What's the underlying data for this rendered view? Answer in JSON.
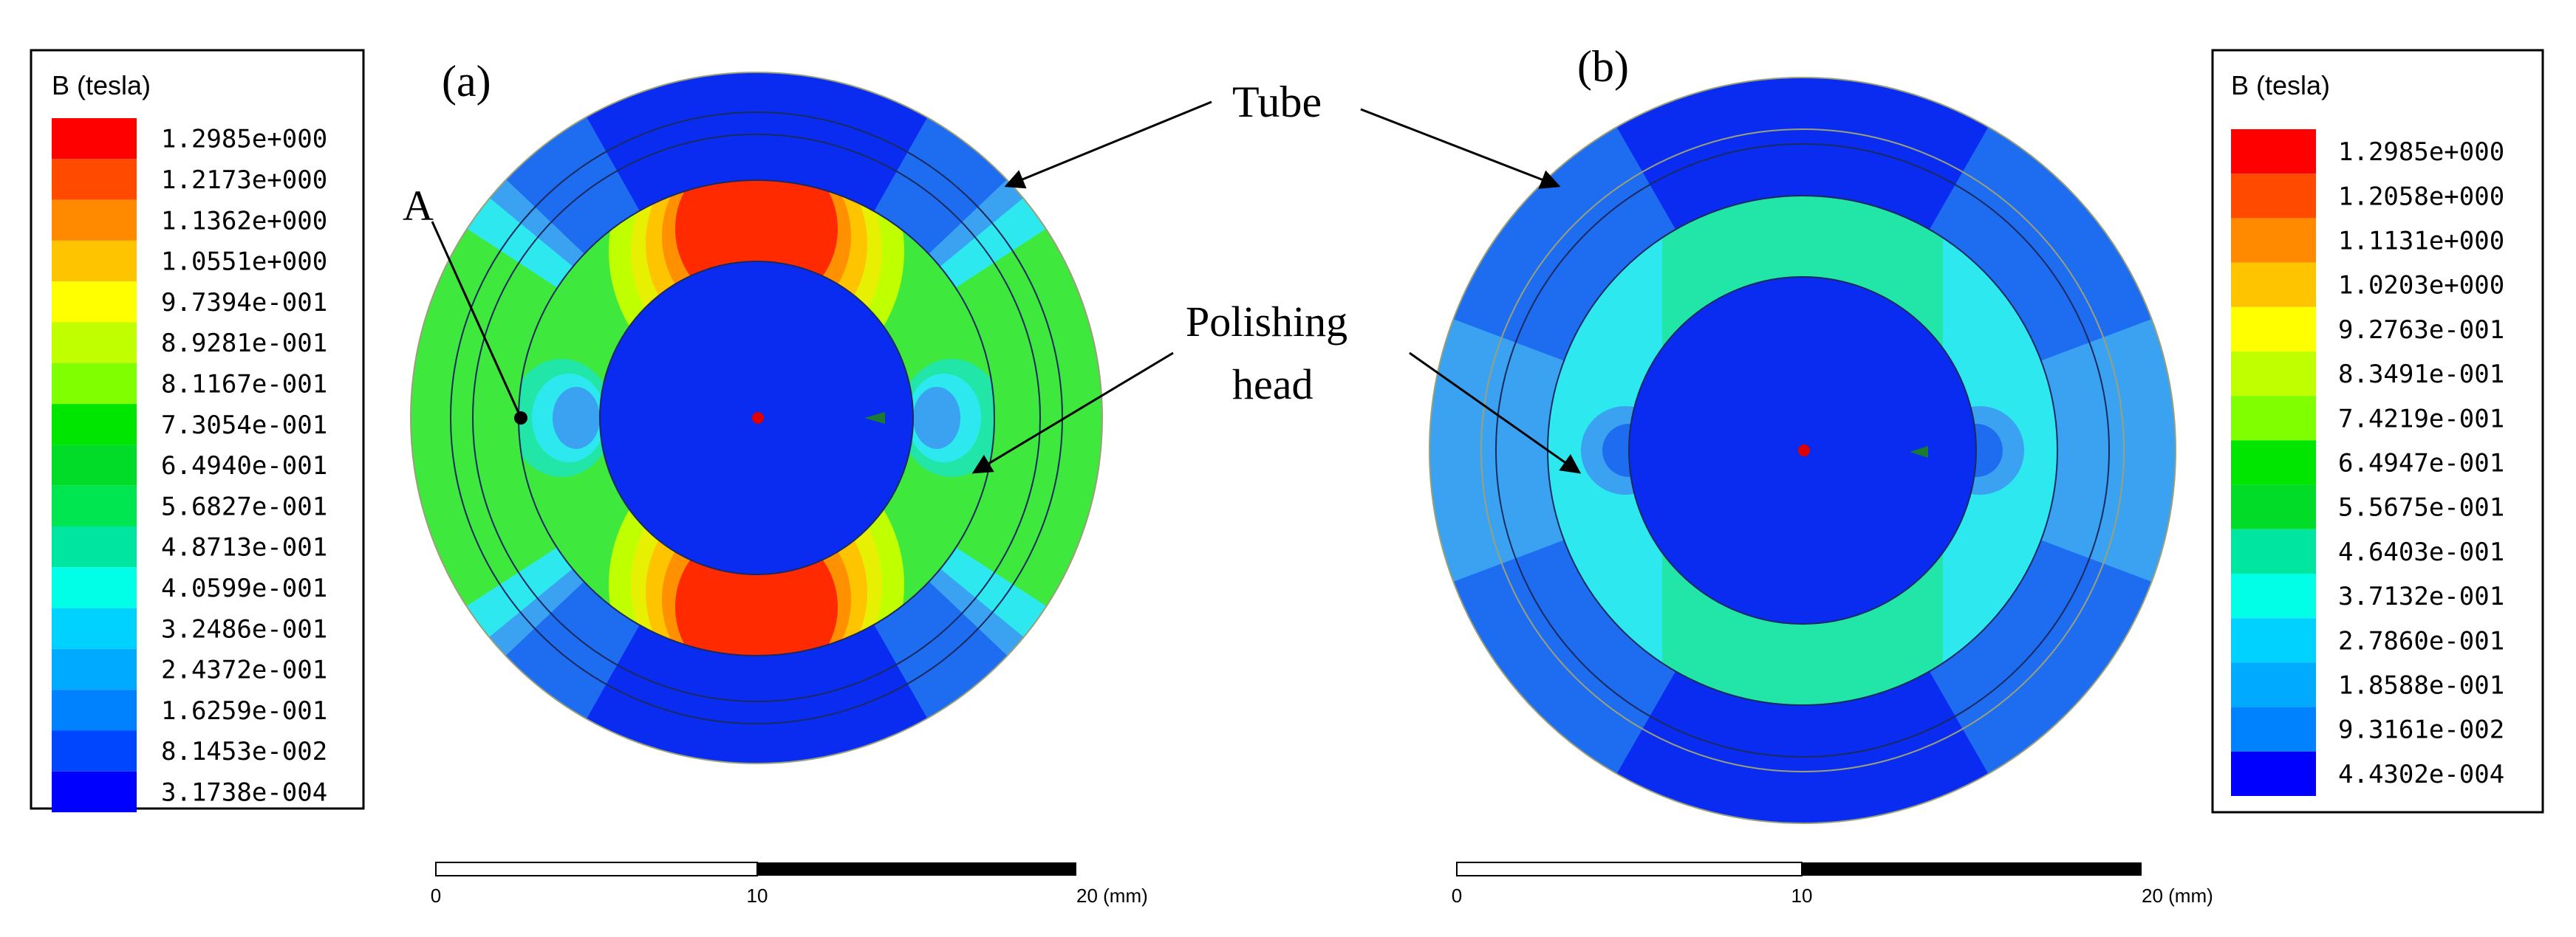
{
  "panel_a": {
    "label": "(a)",
    "legend": {
      "title": "B (tesla)",
      "levels": [
        {
          "value": "1.2985e+000",
          "color": "#ff0000"
        },
        {
          "value": "1.2173e+000",
          "color": "#ff4a00"
        },
        {
          "value": "1.1362e+000",
          "color": "#ff8a00"
        },
        {
          "value": "1.0551e+000",
          "color": "#ffc400"
        },
        {
          "value": "9.7394e-001",
          "color": "#ffff00"
        },
        {
          "value": "8.9281e-001",
          "color": "#c0ff00"
        },
        {
          "value": "8.1167e-001",
          "color": "#7fff00"
        },
        {
          "value": "7.3054e-001",
          "color": "#00e600"
        },
        {
          "value": "6.4940e-001",
          "color": "#00dc28"
        },
        {
          "value": "5.6827e-001",
          "color": "#00e650"
        },
        {
          "value": "4.8713e-001",
          "color": "#00e6a0"
        },
        {
          "value": "4.0599e-001",
          "color": "#00ffe6"
        },
        {
          "value": "3.2486e-001",
          "color": "#00d2ff"
        },
        {
          "value": "2.4372e-001",
          "color": "#00aaff"
        },
        {
          "value": "1.6259e-001",
          "color": "#0082ff"
        },
        {
          "value": "8.1453e-002",
          "color": "#0046ff"
        },
        {
          "value": "3.1738e-004",
          "color": "#0000ff"
        }
      ]
    },
    "annotations": {
      "point": "A"
    },
    "scale": {
      "ticks": [
        "0",
        "10",
        "20 (mm)"
      ]
    }
  },
  "panel_b": {
    "label": "(b)",
    "legend": {
      "title": "B (tesla)",
      "levels": [
        {
          "value": "1.2985e+000",
          "color": "#ff0000"
        },
        {
          "value": "1.2058e+000",
          "color": "#ff4a00"
        },
        {
          "value": "1.1131e+000",
          "color": "#ff8a00"
        },
        {
          "value": "1.0203e+000",
          "color": "#ffc400"
        },
        {
          "value": "9.2763e-001",
          "color": "#ffff00"
        },
        {
          "value": "8.3491e-001",
          "color": "#c0ff00"
        },
        {
          "value": "7.4219e-001",
          "color": "#7fff00"
        },
        {
          "value": "6.4947e-001",
          "color": "#00e600"
        },
        {
          "value": "5.5675e-001",
          "color": "#00dc28"
        },
        {
          "value": "4.6403e-001",
          "color": "#00e6a0"
        },
        {
          "value": "3.7132e-001",
          "color": "#00ffe6"
        },
        {
          "value": "2.7860e-001",
          "color": "#00d2ff"
        },
        {
          "value": "1.8588e-001",
          "color": "#00aaff"
        },
        {
          "value": "9.3161e-002",
          "color": "#0082ff"
        },
        {
          "value": "4.4302e-004",
          "color": "#0000ff"
        }
      ]
    },
    "scale": {
      "ticks": [
        "0",
        "10",
        "20 (mm)"
      ]
    }
  },
  "callouts": {
    "tube": "Tube",
    "polishing_head_line1": "Polishing",
    "polishing_head_line2": "head"
  },
  "colors": {
    "blue_dark": "#0a2cf0",
    "blue_mid": "#1e6cf0",
    "blue_light": "#3aa2f0",
    "cyan": "#2ee8f0",
    "green_cyan": "#22e6a8",
    "green": "#3ee83c",
    "yellow": "#e6f000",
    "orange": "#ff9000",
    "red": "#ff2a00"
  }
}
